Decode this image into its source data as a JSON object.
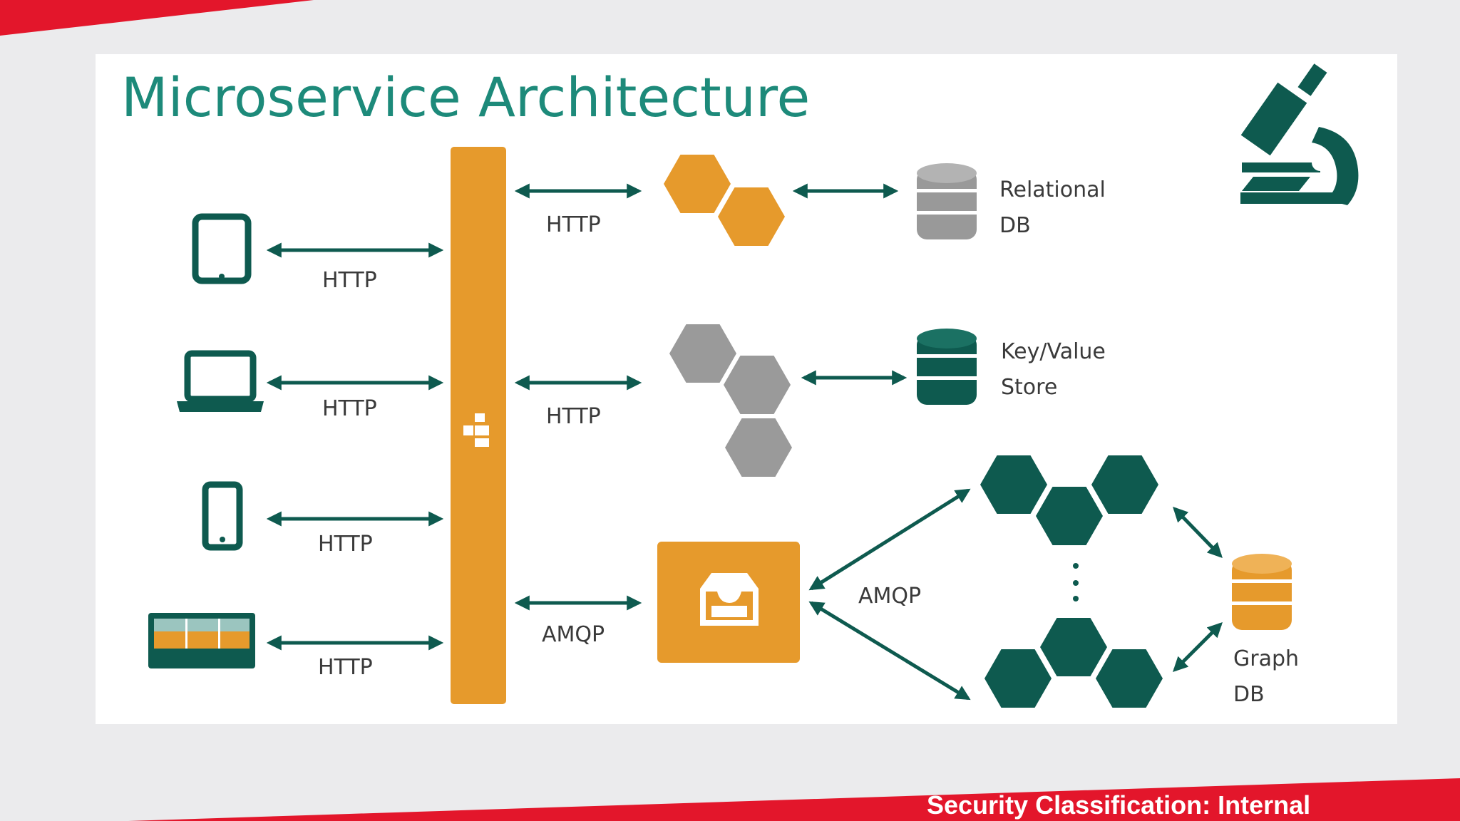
{
  "slide": {
    "title": "Microservice Architecture",
    "footer": "Security Classification: Internal"
  },
  "clients": [
    {
      "name": "tablet",
      "icon": "tablet-icon",
      "protocol": "HTTP"
    },
    {
      "name": "laptop",
      "icon": "laptop-icon",
      "protocol": "HTTP"
    },
    {
      "name": "phone",
      "icon": "phone-icon",
      "protocol": "HTTP"
    },
    {
      "name": "iot-device",
      "icon": "iot-device-icon",
      "protocol": "HTTP"
    }
  ],
  "gateway": {
    "icon": "network-hierarchy-icon"
  },
  "services": [
    {
      "name": "service-group-1",
      "protocol": "HTTP"
    },
    {
      "name": "service-group-2",
      "protocol": "HTTP"
    },
    {
      "name": "message-queue",
      "protocol": "AMQP",
      "icon": "inbox-icon"
    }
  ],
  "stores": {
    "relational": {
      "line1": "Relational",
      "line2": "DB"
    },
    "keyvalue": {
      "line1": "Key/Value",
      "line2": "Store"
    },
    "graph": {
      "line1": "Graph",
      "line2": "DB"
    }
  },
  "queue_link": {
    "protocol": "AMQP"
  },
  "colors": {
    "teal": "#0e5a4f",
    "orange": "#e69a2c",
    "gray": "#9a9a9a",
    "red": "#e3162b",
    "title": "#1d8a7a"
  }
}
